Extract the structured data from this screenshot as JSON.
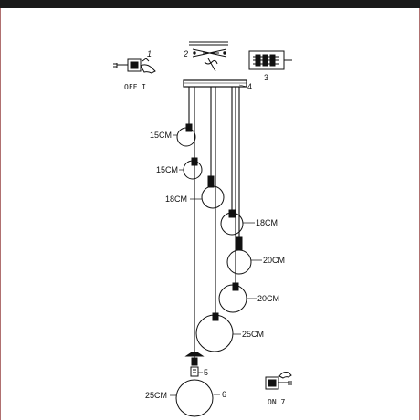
{
  "steps": {
    "step1_number": "1",
    "step1_text": "OFF I",
    "step2_number": "2",
    "step3_number": "3",
    "step4_number": "4",
    "step5_number": "5",
    "step6_number": "6",
    "step7_text": "ON 7"
  },
  "pendants": [
    {
      "label": "15CM"
    },
    {
      "label": "15CM"
    },
    {
      "label": "18CM"
    },
    {
      "label": "18CM"
    },
    {
      "label": "20CM"
    },
    {
      "label": "20CM"
    },
    {
      "label": "25CM"
    },
    {
      "label": "25CM"
    }
  ],
  "colors": {
    "line": "#111111",
    "top_bar": "#1a1a1a",
    "frame": "#b07070"
  }
}
